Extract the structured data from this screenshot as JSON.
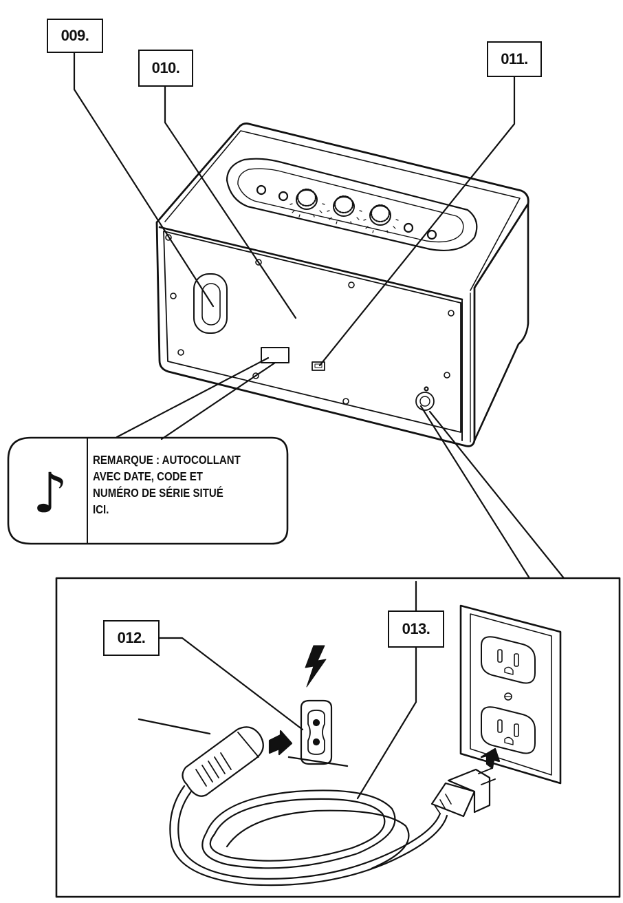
{
  "callouts": {
    "c009": "009.",
    "c010": "010.",
    "c011": "011.",
    "c012": "012.",
    "c013": "013."
  },
  "note": {
    "icon": "music-note-icon",
    "text_lines": [
      "REMARQUE : AUTOCOLLANT",
      "AVEC DATE, CODE ET",
      "NUMÉRO DE SÉRIE SITUÉ",
      "ICI."
    ]
  },
  "icons": {
    "power": "lightning-bolt-icon",
    "outlet": "wall-outlet-icon",
    "inlet": "ac-inlet-icon",
    "plug": "power-plug-icon"
  },
  "colors": {
    "line": "#111111",
    "background": "#ffffff"
  }
}
